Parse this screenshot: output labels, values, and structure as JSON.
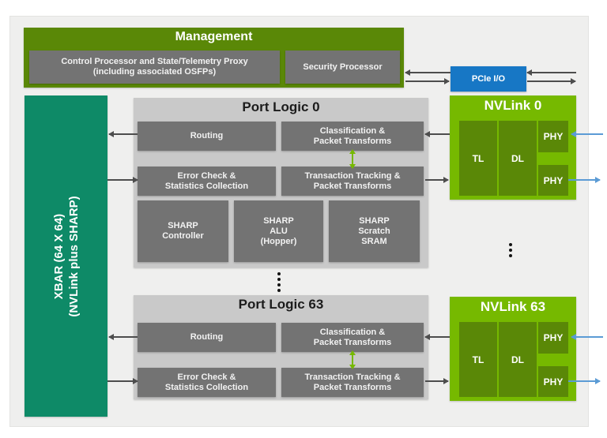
{
  "management": {
    "title": "Management",
    "control_processor_line1": "Control Processor and State/Telemetry Proxy",
    "control_processor_line2": "(including associated OSFPs)",
    "security_processor": "Security Processor"
  },
  "pcie": {
    "label": "PCIe I/O"
  },
  "xbar": {
    "line1": "XBAR (64 X 64)",
    "line2": "(NVLink plus SHARP)"
  },
  "port_logic_0": {
    "title": "Port Logic 0",
    "routing": "Routing",
    "classification_line1": "Classification &",
    "classification_line2": "Packet Transforms",
    "error_check_line1": "Error Check &",
    "error_check_line2": "Statistics Collection",
    "transaction_line1": "Transaction Tracking &",
    "transaction_line2": "Packet Transforms",
    "sharp_controller_line1": "SHARP",
    "sharp_controller_line2": "Controller",
    "sharp_alu_line1": "SHARP",
    "sharp_alu_line2": "ALU",
    "sharp_alu_line3": "(Hopper)",
    "sharp_sram_line1": "SHARP",
    "sharp_sram_line2": "Scratch",
    "sharp_sram_line3": "SRAM"
  },
  "port_logic_63": {
    "title": "Port Logic 63",
    "routing": "Routing",
    "classification_line1": "Classification &",
    "classification_line2": "Packet Transforms",
    "error_check_line1": "Error Check &",
    "error_check_line2": "Statistics Collection",
    "transaction_line1": "Transaction Tracking &",
    "transaction_line2": "Packet Transforms"
  },
  "nvlink_0": {
    "title": "NVLink 0",
    "tl": "TL",
    "dl": "DL",
    "phy_top": "PHY",
    "phy_bottom": "PHY"
  },
  "nvlink_63": {
    "title": "NVLink 63",
    "tl": "TL",
    "dl": "DL",
    "phy_top": "PHY",
    "phy_bottom": "PHY"
  },
  "colors": {
    "nvidia_green": "#76b900",
    "olive_green": "#5a8807",
    "teal": "#0e8a67",
    "pcie_blue": "#1777c5",
    "box_gray": "#737373",
    "panel_gray": "#c9c9c9",
    "canvas_gray": "#efefee",
    "arrow_gray": "#4d4d4d",
    "link_blue": "#5b9bd5"
  }
}
